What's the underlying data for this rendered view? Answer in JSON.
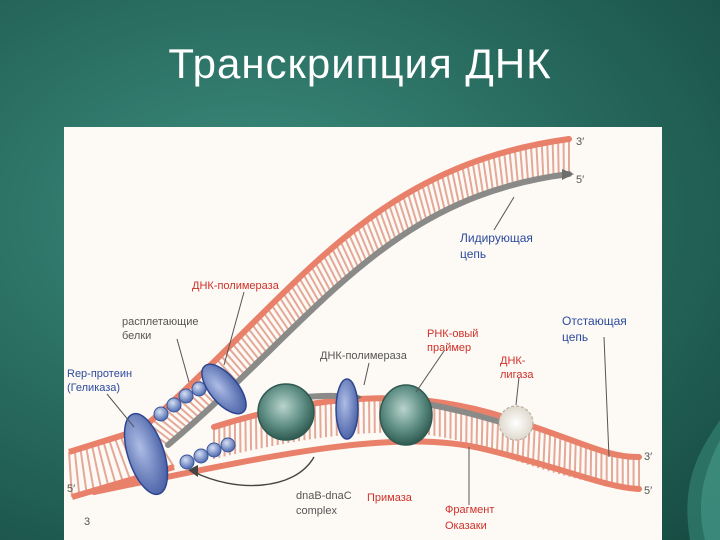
{
  "slide": {
    "title": "Транскрипция ДНК"
  },
  "labels": {
    "top_3prime": "3′",
    "top_5prime": "5′",
    "leading_strand_line1": "Лидирующая",
    "leading_strand_line2": "цепь",
    "dna_polymerase_top": "ДНК-полимераза",
    "unwinding_proteins_line1": "расплетающие",
    "unwinding_proteins_line2": "белки",
    "rna_primer_line1": "РНК-овый",
    "rna_primer_line2": "праймер",
    "dna_polymerase_mid": "ДНК-полимераза",
    "lagging_strand_line1": "Отстающая",
    "lagging_strand_line2": "цепь",
    "rep_protein_line1": "Rep-протеин",
    "rep_protein_line2": "(Геликаза)",
    "dna_ligase_line1": "ДНК-",
    "dna_ligase_line2": "лигаза",
    "right_3prime": "3′",
    "right_5prime": "5′",
    "left_5prime": "5′",
    "left_3prime": "3",
    "dnab_complex_line1": "dnaB-dnaC",
    "dnab_complex_line2": "complex",
    "primase": "Примаза",
    "okazaki_line1": "Фрагмент",
    "okazaki_line2": "Оказаки"
  },
  "colors": {
    "strand_red": "#e8806a",
    "strand_grey": "#8a8a88",
    "rung": "#e0a090",
    "label_red": "#d0302a",
    "label_blue": "#2c4a9e",
    "protein_blue": "#6f86c6",
    "polymerase_green": "#3e6e64"
  }
}
